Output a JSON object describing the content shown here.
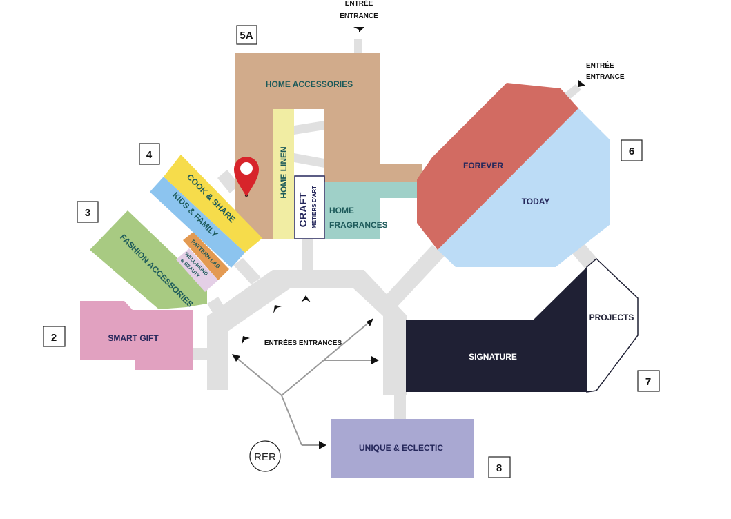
{
  "entrances": {
    "top": [
      "ENTRÉE",
      "ENTRANCE"
    ],
    "top_right": [
      "ENTRÉE",
      "ENTRANCE"
    ],
    "center": "ENTRÉES ENTRANCES"
  },
  "hall_numbers": [
    "2",
    "3",
    "4",
    "5A",
    "6",
    "7",
    "8"
  ],
  "zones": {
    "home_accessories": "HOME ACCESSORIES",
    "home_linen": "HOME LINEN",
    "craft": "CRAFT",
    "metiers_dart": "MÉTIERS D'ART",
    "home_fragrances": [
      "HOME",
      "FRAGRANCES"
    ],
    "cook_share": "COOK & SHARE",
    "kids_family": "KIDS & FAMILY",
    "pattern_lab": "PATTERN LAB",
    "well_being": [
      "WELL-BEING",
      "& BEAUTY"
    ],
    "fashion_accessories": "FASHION ACCESSORIES",
    "smart_gift": "SMART GIFT",
    "forever": "FOREVER",
    "today": "TODAY",
    "projects": "PROJECTS",
    "signature": "SIGNATURE",
    "unique_eclectic": "UNIQUE & ECLECTIC"
  },
  "rer": "RER",
  "colors": {
    "corridor": "#e0e0e0",
    "home_accessories": "#d1ab8b",
    "home_linen": "#f1eda3",
    "home_fragrances": "#9fd0c8",
    "cook_share": "#f6dc4b",
    "kids_family": "#8cc4ef",
    "pattern_lab": "#e39a52",
    "well_being": "#e4cfe6",
    "fashion_accessories": "#a8ca82",
    "smart_gift": "#e1a1c0",
    "forever": "#d26b62",
    "today": "#bcdcf6",
    "signature": "#1f2034",
    "unique_eclectic": "#a9a8d2",
    "teal_text": "#1d5a5a",
    "navy_text": "#25275b",
    "pin": "#d7242a"
  }
}
